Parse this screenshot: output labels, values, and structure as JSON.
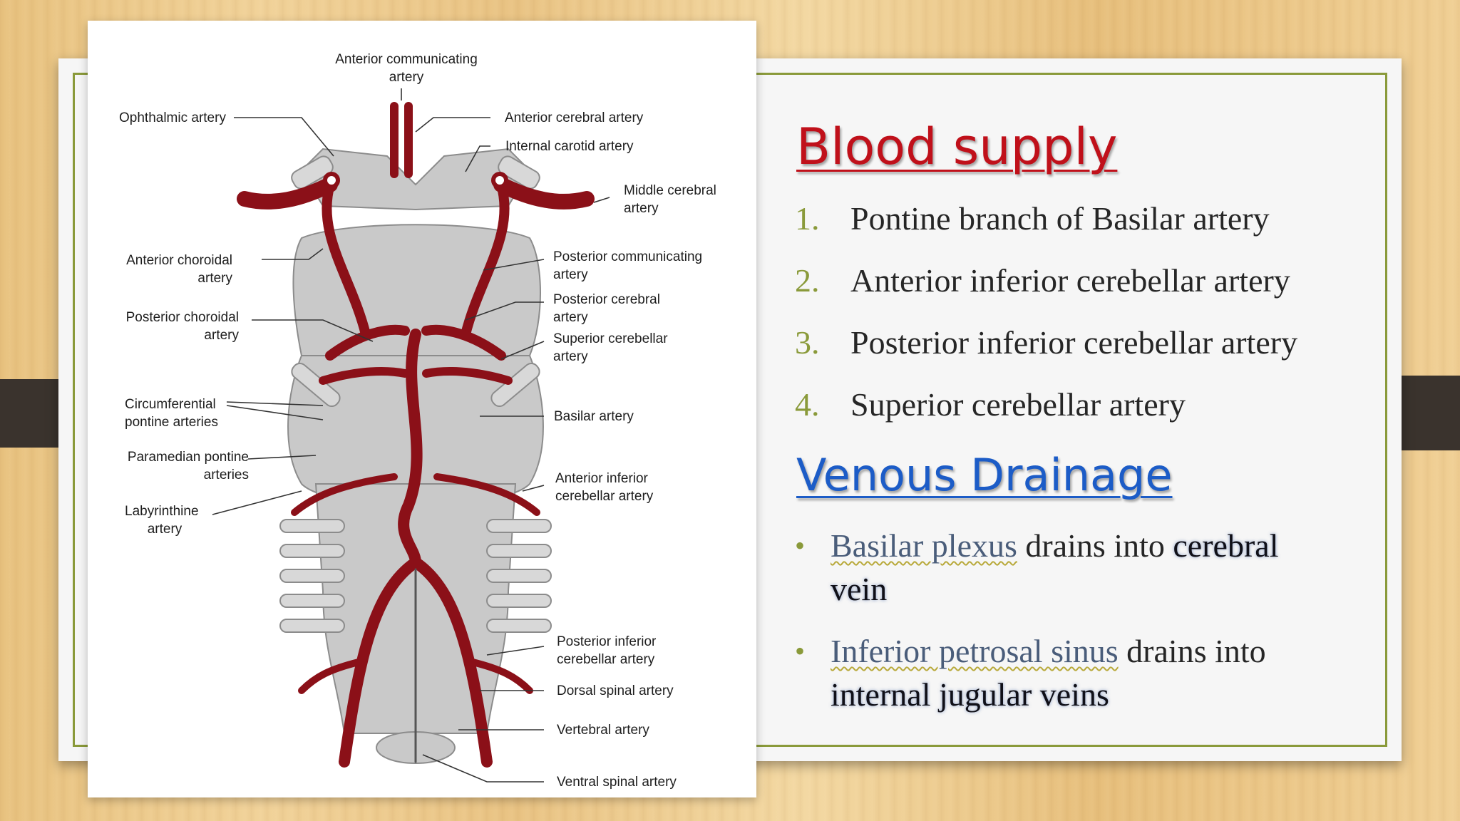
{
  "diagram": {
    "labels": {
      "anterior_communicating": [
        "Anterior communicating",
        "artery"
      ],
      "ophthalmic": [
        "Ophthalmic artery"
      ],
      "anterior_cerebral": [
        "Anterior cerebral artery"
      ],
      "internal_carotid": [
        "Internal carotid artery"
      ],
      "middle_cerebral": [
        "Middle cerebral",
        "artery"
      ],
      "anterior_choroidal": [
        "Anterior choroidal",
        "artery"
      ],
      "posterior_communicating": [
        "Posterior communicating",
        "artery"
      ],
      "posterior_cerebral": [
        "Posterior cerebral",
        "artery"
      ],
      "posterior_choroidal": [
        "Posterior choroidal",
        "artery"
      ],
      "superior_cerebellar": [
        "Superior cerebellar",
        "artery"
      ],
      "circumferential_pontine": [
        "Circumferential",
        "pontine arteries"
      ],
      "basilar": [
        "Basilar artery"
      ],
      "paramedian_pontine": [
        "Paramedian pontine",
        "arteries"
      ],
      "anterior_inferior_cerebellar": [
        "Anterior inferior",
        "cerebellar artery"
      ],
      "labyrinthine": [
        "Labyrinthine",
        "artery"
      ],
      "posterior_inferior_cerebellar": [
        "Posterior inferior",
        "cerebellar artery"
      ],
      "dorsal_spinal": [
        "Dorsal spinal artery"
      ],
      "vertebral": [
        "Vertebral artery"
      ],
      "ventral_spinal": [
        "Ventral spinal artery"
      ]
    }
  },
  "blood_supply": {
    "heading": "Blood supply",
    "items": [
      {
        "num": "1.",
        "text": "Pontine branch of Basilar artery"
      },
      {
        "num": "2.",
        "text": "Anterior inferior cerebellar artery"
      },
      {
        "num": "3.",
        "text": "Posterior inferior cerebellar artery"
      },
      {
        "num": "4.",
        "text": "Superior cerebellar artery"
      }
    ]
  },
  "venous_drainage": {
    "heading": "Venous Drainage",
    "items": [
      {
        "bullet": "•",
        "source": "Basilar plexus",
        "verb": " drains into ",
        "target": "cerebral vein"
      },
      {
        "bullet": "•",
        "source": "Inferior petrosal sinus",
        "verb": " drains into ",
        "target": "internal jugular veins"
      }
    ]
  }
}
